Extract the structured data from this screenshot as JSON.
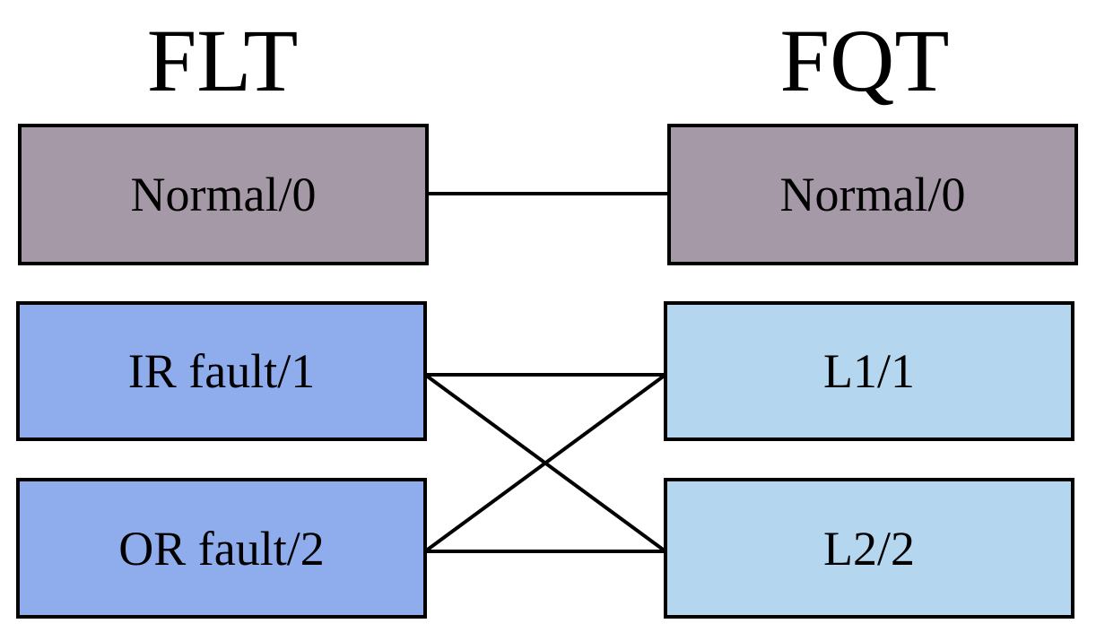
{
  "diagram": {
    "left_column": {
      "heading": "FLT",
      "boxes": [
        {
          "label": "Normal/0"
        },
        {
          "label": "IR fault/1"
        },
        {
          "label": "OR fault/2"
        }
      ]
    },
    "right_column": {
      "heading": "FQT",
      "boxes": [
        {
          "label": "Normal/0"
        },
        {
          "label": "L1/1"
        },
        {
          "label": "L2/2"
        }
      ]
    },
    "connections": [
      {
        "from": "Normal/0",
        "to": "Normal/0"
      },
      {
        "from": "IR fault/1",
        "to": "L1/1"
      },
      {
        "from": "IR fault/1",
        "to": "L2/2"
      },
      {
        "from": "OR fault/2",
        "to": "L1/1"
      },
      {
        "from": "OR fault/2",
        "to": "L2/2"
      }
    ],
    "colors": {
      "normal_fill": "#a699a7",
      "flt_fault_fill": "#8faced",
      "fqt_level_fill": "#b4d7ef",
      "line": "#000000"
    }
  }
}
